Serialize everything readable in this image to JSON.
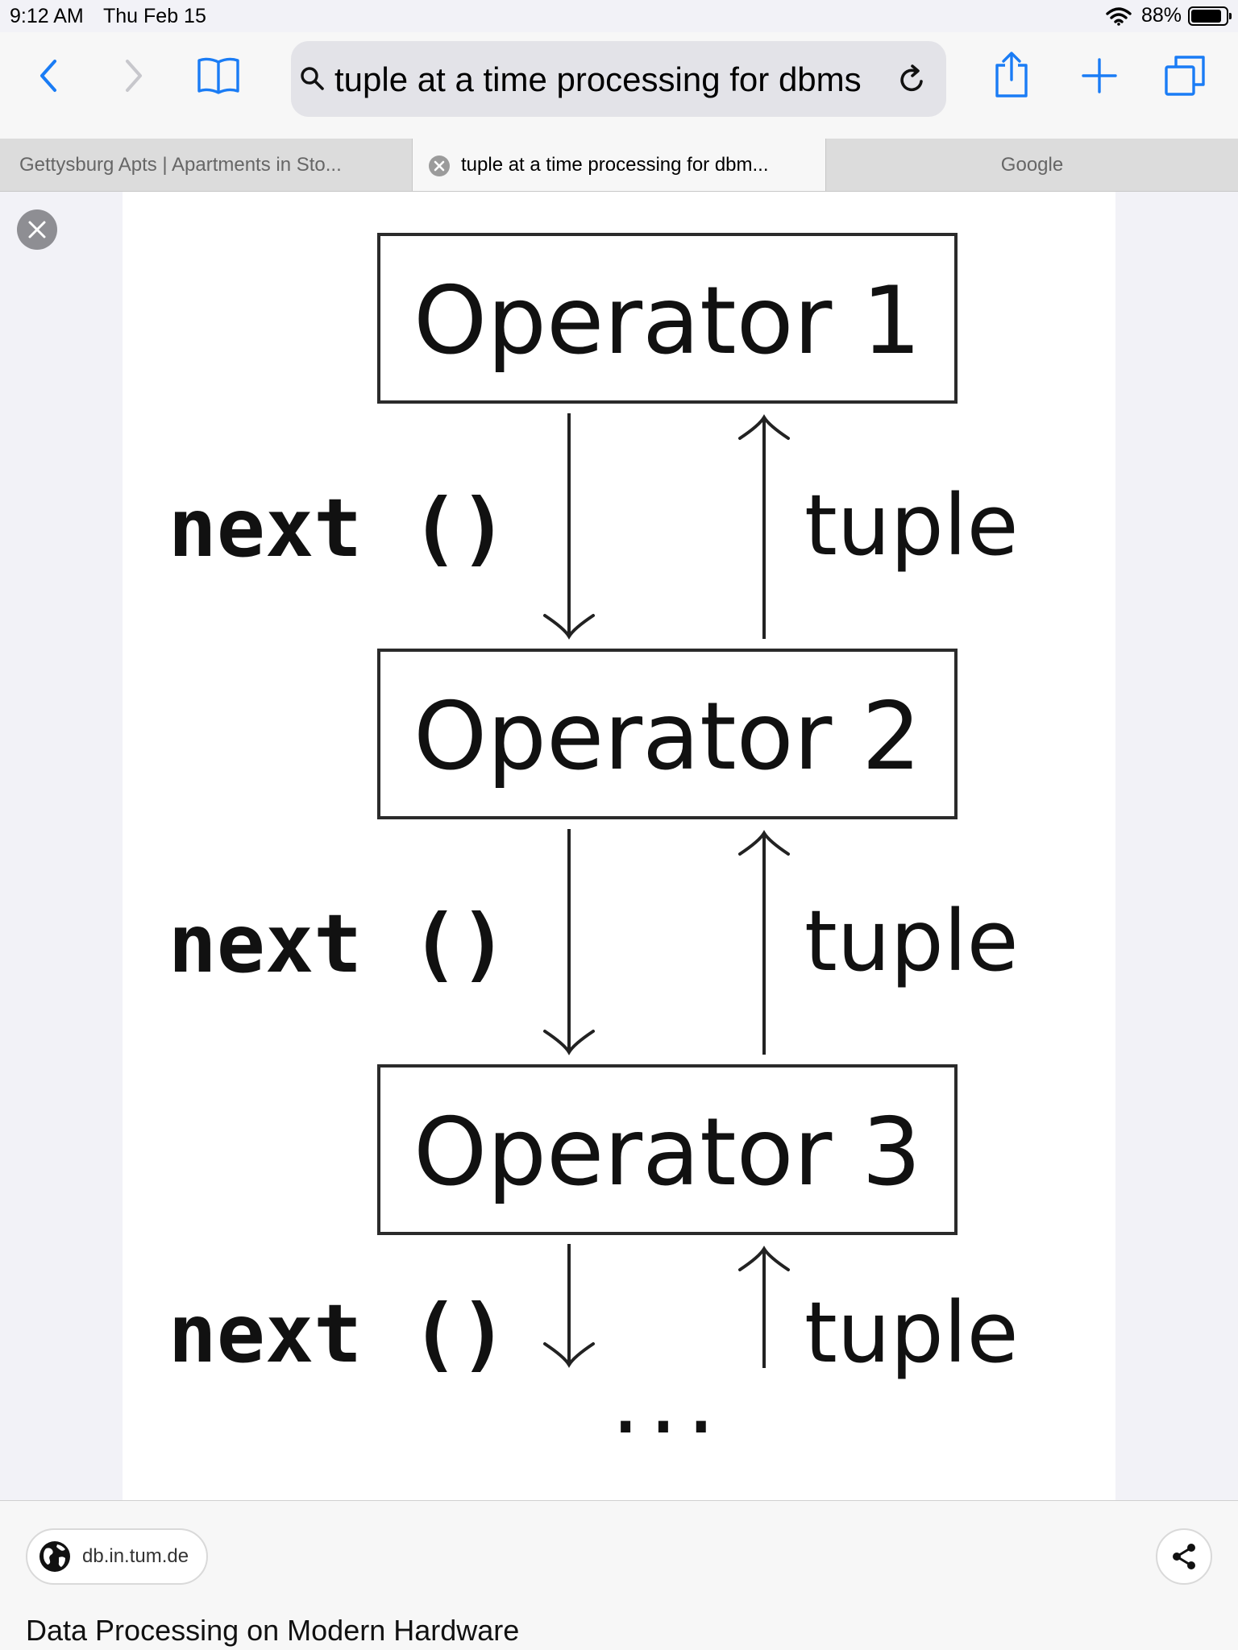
{
  "status": {
    "time": "9:12 AM",
    "date": "Thu Feb 15",
    "battery": "88%",
    "battery_level": 0.88
  },
  "toolbar": {
    "search_query": "tuple at a time processing for dbms",
    "accent_color": "#1a7cf5"
  },
  "tabs": [
    {
      "title": "Gettysburg Apts | Apartments in Sto..."
    },
    {
      "title": "tuple at a time processing for dbm..."
    },
    {
      "title": "Google"
    }
  ],
  "diagram": {
    "operators": [
      "Operator 1",
      "Operator 2",
      "Operator 3"
    ],
    "call_label": "next ()",
    "return_label": "tuple",
    "continuation": "..."
  },
  "result": {
    "source": "db.in.tum.de",
    "title": "Data Processing on Modern Hardware"
  }
}
